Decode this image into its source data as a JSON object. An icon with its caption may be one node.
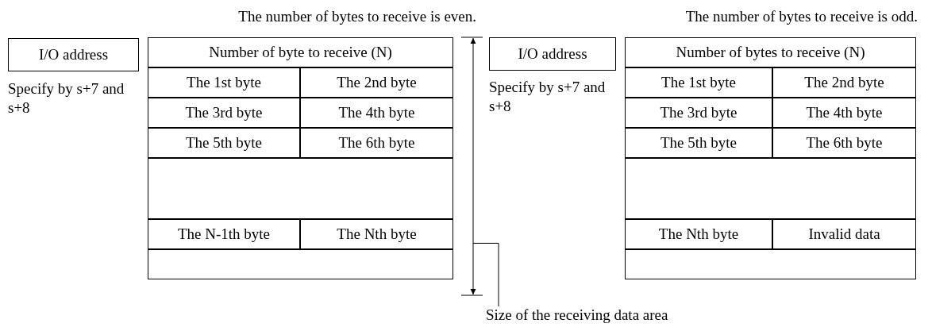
{
  "diagram": {
    "nodes": [
      {
        "text": [
          "I/O address"
        ],
        "beside": [
          "Specify by s+7 and s+8"
        ]
      },
      {
        "text": [
          "I/O address"
        ],
        "beside": [
          "Specify by s+7 and s+8"
        ]
      },
      {
        "text": [
          "Size of the receiving data area"
        ]
      },
      {
        "text": [],
        "shape": "bar"
      }
    ],
    "edges": [
      {
        "from": 2,
        "to": 3,
        "arrow": "none"
      }
    ],
    "labels": [
      "The number of bytes to receive is even.",
      "The number of bytes to receive is odd.",
      "Number of byte to receive (N)",
      "The 1st byte",
      "The 2nd byte",
      "The 3rd byte",
      "The 4th byte",
      "The 5th byte",
      "The 6th byte",
      "The N-1th byte",
      "The Nth byte",
      "Number of bytes to receive (N)",
      "The 1st byte",
      "The 2nd byte",
      "The 3rd byte",
      "The 4th byte",
      "The 5th byte",
      "The 6th byte",
      "The Nth byte",
      "Invalid data"
    ]
  }
}
